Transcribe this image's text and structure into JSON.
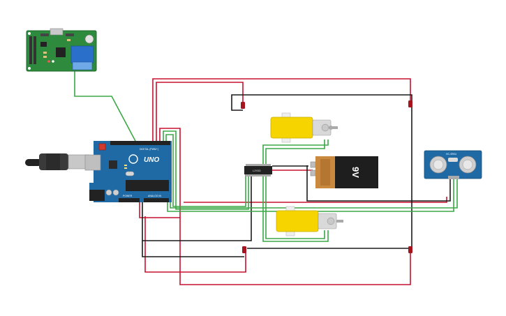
{
  "labels": {
    "arduino_brand": "UNO",
    "battery_label": "9V",
    "driver_ic": "L293D",
    "ultrasonic_label": "HC-SR04",
    "arduino_digital": "DIGITAL (PWM~)",
    "arduino_power": "POWER",
    "arduino_analog": "ANALOG IN"
  },
  "colors": {
    "wire_red": "#c8102e",
    "wire_black": "#1a1a1a",
    "wire_green": "#3aa845",
    "arduino_blue": "#1f6aa5",
    "motor_yellow": "#f5d400",
    "board_green": "#2e8b3d",
    "battery_black": "#1e1e1e",
    "battery_copper": "#c98a3f"
  },
  "icons": {
    "arduino": "arduino-uno-board",
    "controller": "microcontroller-module",
    "motor": "dc-gear-motor",
    "battery": "9v-battery",
    "sensor": "ultrasonic-sensor",
    "chip": "motor-driver-ic",
    "usb": "usb-cable"
  }
}
